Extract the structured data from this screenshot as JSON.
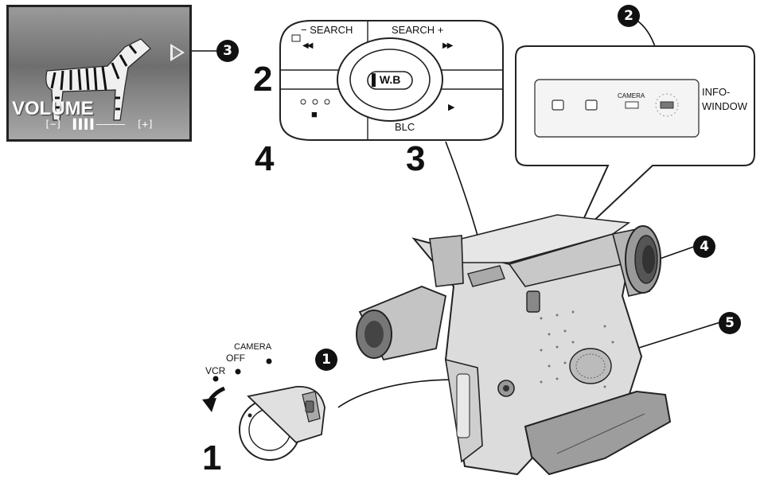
{
  "monitor": {
    "volume_label": "VOLUME",
    "volume_scale": "[−]  ▌▌▌▌‒‒‒‒‒  [+]"
  },
  "control_panel": {
    "search_minus": "− SEARCH",
    "search_plus": "SEARCH +",
    "rewind_symbol": "◀◀",
    "fastforward_symbol": "▶▶",
    "wb_label": "▌W.B",
    "play_symbol": "▶",
    "stop_symbol": "■",
    "blc_label": "BLC"
  },
  "info_window": {
    "camera_label": "CAMERA",
    "info_label_line1": "INFO-",
    "info_label_line2": "WINDOW"
  },
  "mode_dial": {
    "camera_label": "CAMERA",
    "off_label": "OFF",
    "vcr_label": "VCR"
  },
  "step_numbers": {
    "n1": "1",
    "n2": "2",
    "n3": "3",
    "n4": "4"
  },
  "badges": {
    "b1": "1",
    "b2": "2",
    "b3": "3",
    "b4": "4",
    "b5": "5"
  }
}
